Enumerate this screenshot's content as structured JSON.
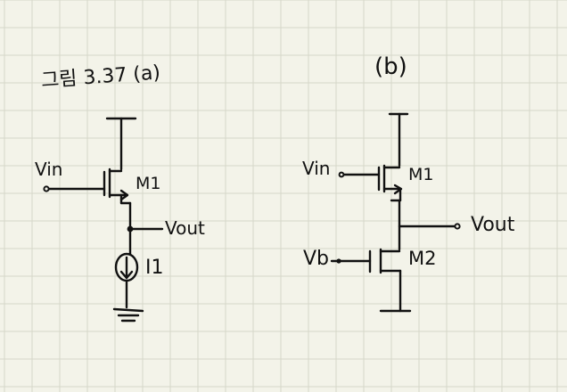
{
  "labels": {
    "title_a": "그림 3.37 (a)",
    "title_b": "(b)",
    "vin_a": "Vin",
    "m1_a": "M1",
    "vout_a": "Vout",
    "i1": "I1",
    "vin_b": "Vin",
    "m1_b": "M1",
    "vout_b": "Vout",
    "vb": "Vb",
    "m2": "M2"
  }
}
